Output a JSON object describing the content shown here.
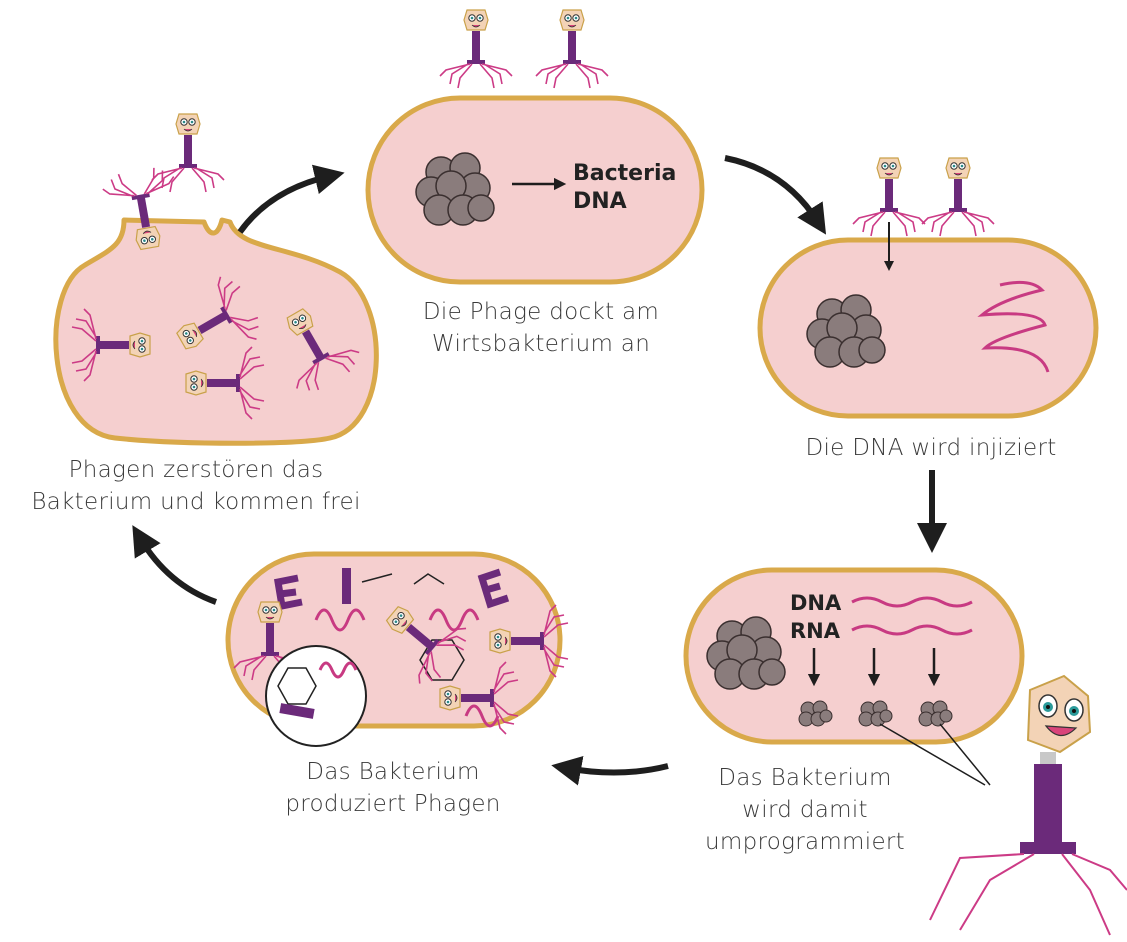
{
  "colors": {
    "cell_fill": "#f5cfcf",
    "cell_border": "#d9a94a",
    "chromosome": "#8b7d7d",
    "phage_body": "#6b2a7a",
    "phage_legs": "#cc3b86",
    "mrna": "#c83a82",
    "arrow": "#1e1e1e"
  },
  "icons": [
    "phage-icon",
    "chromosome-icon",
    "mrna-wave-icon",
    "protein-fragment-icon",
    "hexagon-capsid-icon",
    "magnifier-circle-icon"
  ],
  "steps": {
    "dock": {
      "label": "Bacteria DNA",
      "label_line1": "Bacteria",
      "label_line2": "DNA",
      "caption_line1": "Die Phage dockt am",
      "caption_line2": "Wirtsbakterium an"
    },
    "inject": {
      "caption": "Die DNA wird injiziert"
    },
    "reprogram": {
      "dna_label": "DNA",
      "rna_label": "RNA",
      "caption_line1": "Das Bakterium",
      "caption_line2": "wird damit",
      "caption_line3": "umprogrammiert"
    },
    "produce": {
      "caption_line1": "Das Bakterium",
      "caption_line2": "produziert Phagen"
    },
    "lysis": {
      "caption_line1": "Phagen zerstören das",
      "caption_line2": "Bakterium und kommen frei"
    }
  }
}
